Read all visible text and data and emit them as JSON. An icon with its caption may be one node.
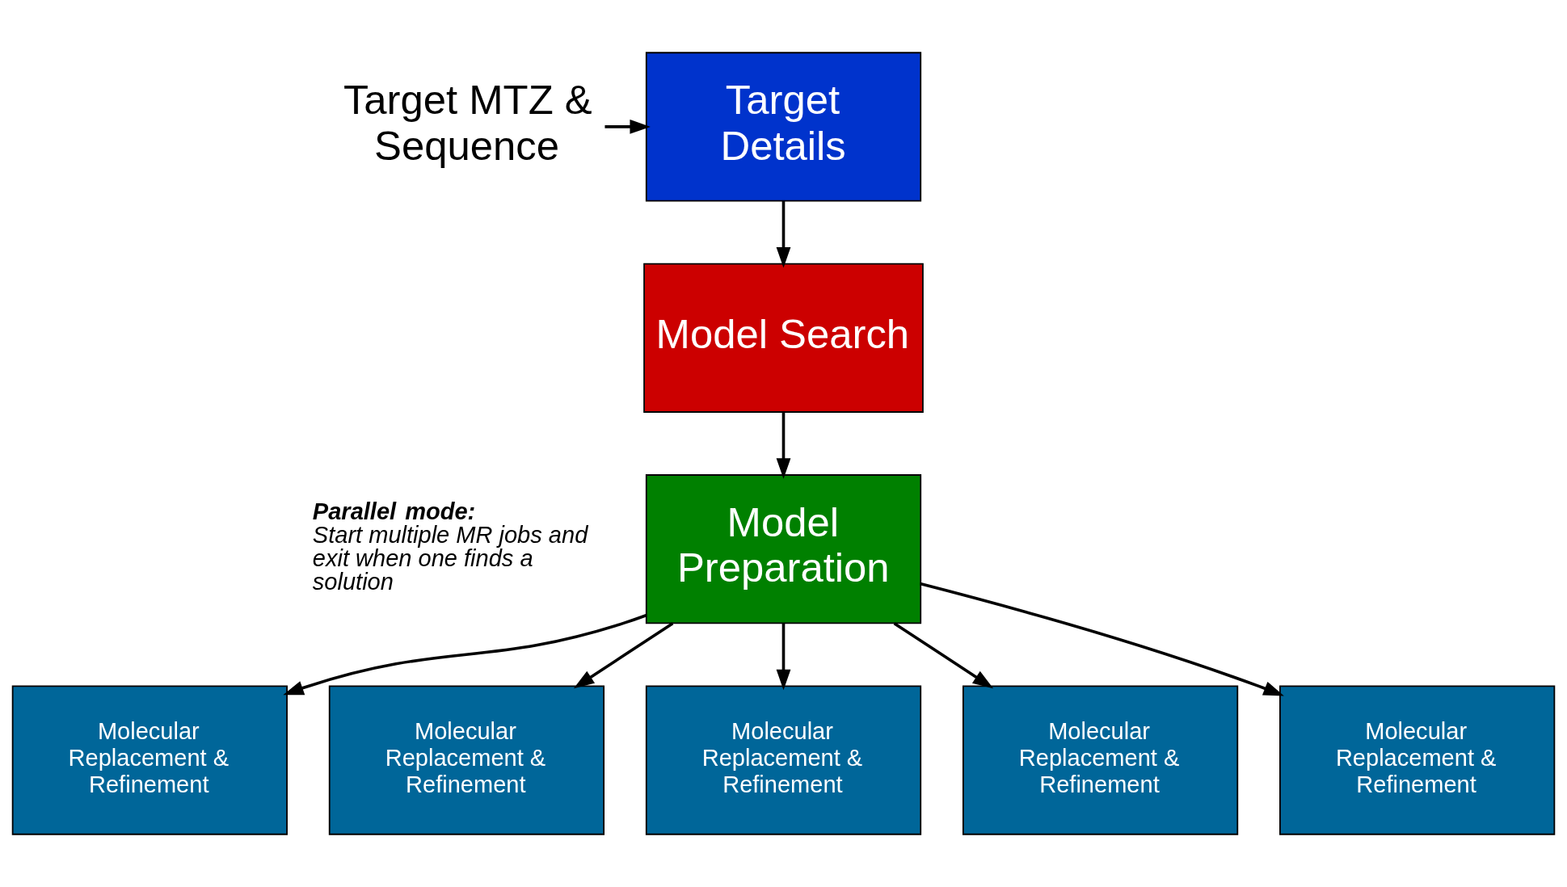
{
  "diagram": {
    "nodes": [
      {
        "text": [
          "Target MTZ & Sequence"
        ]
      },
      {
        "text": [
          "Target Details"
        ]
      },
      {
        "text": [
          "Model Search"
        ]
      },
      {
        "text": [
          "Model Preparation"
        ]
      },
      {
        "text": [
          "Molecular Replacement & Refinement"
        ]
      },
      {
        "text": [
          "Molecular Replacement & Refinement"
        ]
      },
      {
        "text": [
          "Molecular Replacement & Refinement"
        ]
      },
      {
        "text": [
          "Molecular Replacement & Refinement"
        ]
      },
      {
        "text": [
          "Molecular Replacement & Refinement"
        ]
      }
    ],
    "edges": [
      {
        "from": 0,
        "to": 1,
        "arrow": "to"
      },
      {
        "from": 1,
        "to": 2,
        "arrow": "to"
      },
      {
        "from": 2,
        "to": 3,
        "arrow": "to"
      },
      {
        "from": 3,
        "to": 4,
        "arrow": "to"
      },
      {
        "from": 3,
        "to": 5,
        "arrow": "to"
      },
      {
        "from": 3,
        "to": 6,
        "arrow": "to"
      },
      {
        "from": 3,
        "to": 7,
        "arrow": "to"
      },
      {
        "from": 3,
        "to": 8,
        "arrow": "to"
      }
    ],
    "labels": [
      "**Parallel mode:** Start multiple MR jobs and exit when one finds a solution"
    ]
  }
}
